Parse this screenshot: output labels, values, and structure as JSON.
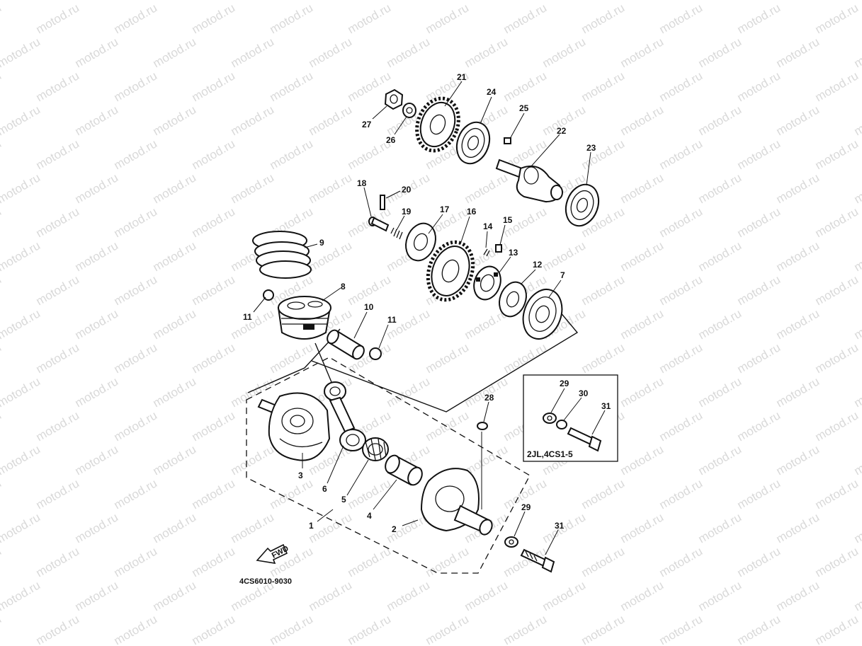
{
  "watermark": "motod.ru",
  "diagram_code": "4CS6010-9030",
  "fwd_label": "FWD",
  "inset_caption": "2JL,4CS1-5",
  "callouts": [
    {
      "id": "c1",
      "text": "1"
    },
    {
      "id": "c2",
      "text": "2"
    },
    {
      "id": "c3",
      "text": "3"
    },
    {
      "id": "c4",
      "text": "4"
    },
    {
      "id": "c5",
      "text": "5"
    },
    {
      "id": "c6",
      "text": "6"
    },
    {
      "id": "c7",
      "text": "7"
    },
    {
      "id": "c8",
      "text": "8"
    },
    {
      "id": "c9",
      "text": "9"
    },
    {
      "id": "c10",
      "text": "10"
    },
    {
      "id": "c11a",
      "text": "11"
    },
    {
      "id": "c11b",
      "text": "11"
    },
    {
      "id": "c12",
      "text": "12"
    },
    {
      "id": "c13",
      "text": "13"
    },
    {
      "id": "c14",
      "text": "14"
    },
    {
      "id": "c15",
      "text": "15"
    },
    {
      "id": "c16",
      "text": "16"
    },
    {
      "id": "c17",
      "text": "17"
    },
    {
      "id": "c18",
      "text": "18"
    },
    {
      "id": "c19",
      "text": "19"
    },
    {
      "id": "c20",
      "text": "20"
    },
    {
      "id": "c21",
      "text": "21"
    },
    {
      "id": "c22",
      "text": "22"
    },
    {
      "id": "c23",
      "text": "23"
    },
    {
      "id": "c24",
      "text": "24"
    },
    {
      "id": "c25",
      "text": "25"
    },
    {
      "id": "c26",
      "text": "26"
    },
    {
      "id": "c27",
      "text": "27"
    },
    {
      "id": "c28",
      "text": "28"
    },
    {
      "id": "c29a",
      "text": "29"
    },
    {
      "id": "c29b",
      "text": "29"
    },
    {
      "id": "c30",
      "text": "30"
    },
    {
      "id": "c31a",
      "text": "31"
    },
    {
      "id": "c31b",
      "text": "31"
    }
  ]
}
